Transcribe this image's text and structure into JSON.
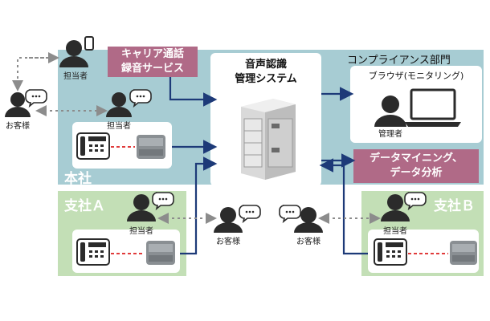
{
  "regions": {
    "hq": "本社",
    "branch_a": "支社Ａ",
    "branch_b": "支社Ｂ"
  },
  "recording_service": [
    "キャリア通話",
    "録音サービス"
  ],
  "speech_system": [
    "音声認識",
    "管理システム"
  ],
  "compliance": {
    "title": "コンプライアンス部門",
    "browser": "ブラウザ(モニタリング)",
    "manager": "管理者"
  },
  "data_mining": [
    "データマイニング、",
    "データ分析"
  ],
  "labels": {
    "staff": "担当者",
    "customer": "お客様"
  },
  "colors": {
    "hq": "#a7ccd3",
    "branch": "#c3dfb6",
    "accent": "#b06a87",
    "arrow": "#1d3a78"
  }
}
